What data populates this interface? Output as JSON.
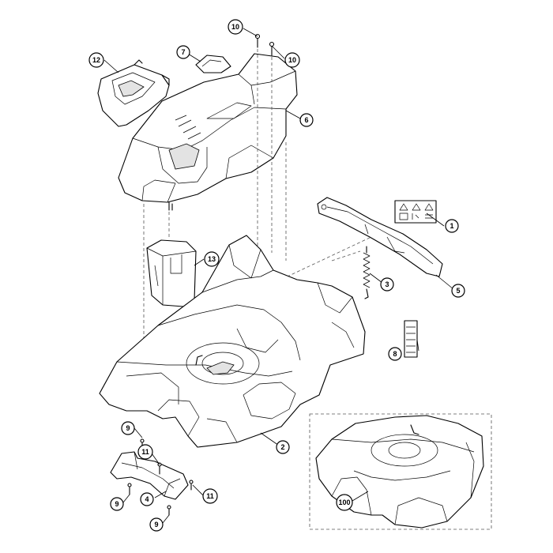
{
  "callouts": [
    {
      "id": "c1",
      "label": "1"
    },
    {
      "id": "c2",
      "label": "2"
    },
    {
      "id": "c3",
      "label": "3"
    },
    {
      "id": "c4",
      "label": "4"
    },
    {
      "id": "c5",
      "label": "5"
    },
    {
      "id": "c6",
      "label": "6"
    },
    {
      "id": "c7",
      "label": "7"
    },
    {
      "id": "c8",
      "label": "8"
    },
    {
      "id": "c9a",
      "label": "9"
    },
    {
      "id": "c9b",
      "label": "9"
    },
    {
      "id": "c9c",
      "label": "9"
    },
    {
      "id": "c10a",
      "label": "10"
    },
    {
      "id": "c10b",
      "label": "10"
    },
    {
      "id": "c11a",
      "label": "11"
    },
    {
      "id": "c11b",
      "label": "11"
    },
    {
      "id": "c12",
      "label": "12"
    },
    {
      "id": "c13",
      "label": "13"
    },
    {
      "id": "c100",
      "label": "100"
    }
  ]
}
